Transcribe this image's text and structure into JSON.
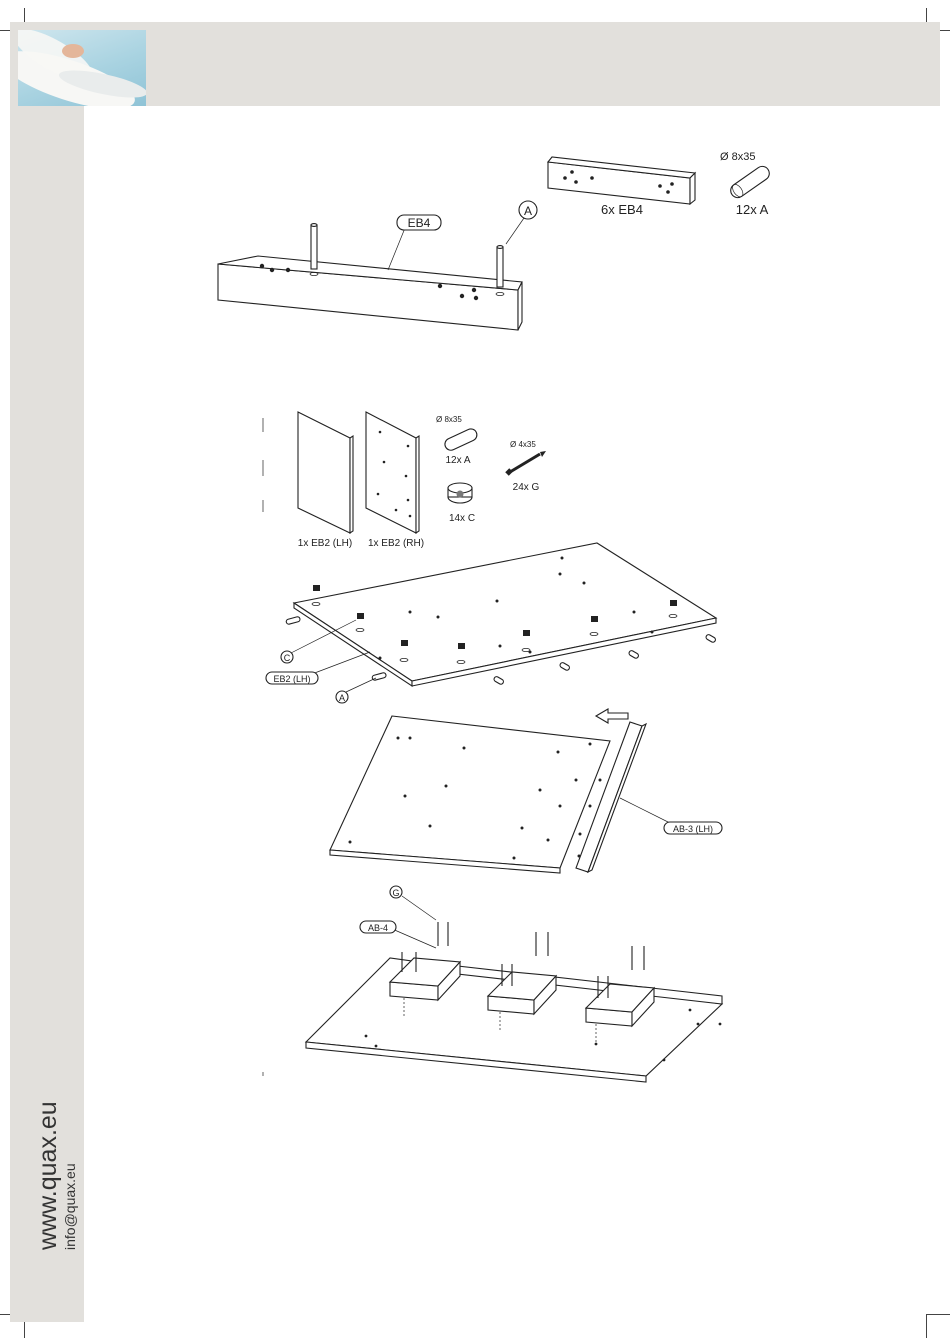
{
  "sidebar": {
    "website": "www.quax.eu",
    "email": "info@quax.eu"
  },
  "step1": {
    "callout_part": "EB4",
    "callout_dowel": "A",
    "part_qty": "6x EB4",
    "dowel_size": "Ø 8x35",
    "dowel_qty": "12x A"
  },
  "step2": {
    "panel_left": "1x EB2 (LH)",
    "panel_right": "1x EB2 (RH)",
    "dowel_size": "Ø 8x35",
    "dowel_qty": "12x A",
    "cam_qty": "14x C",
    "screw_size": "Ø 4x35",
    "screw_qty": "24x G",
    "callout_cam": "C",
    "callout_panel": "EB2 (LH)",
    "callout_dowel": "A"
  },
  "step3": {
    "callout_rail": "AB-3 (LH)"
  },
  "step4": {
    "callout_screw": "G",
    "callout_batten": "AB-4"
  }
}
